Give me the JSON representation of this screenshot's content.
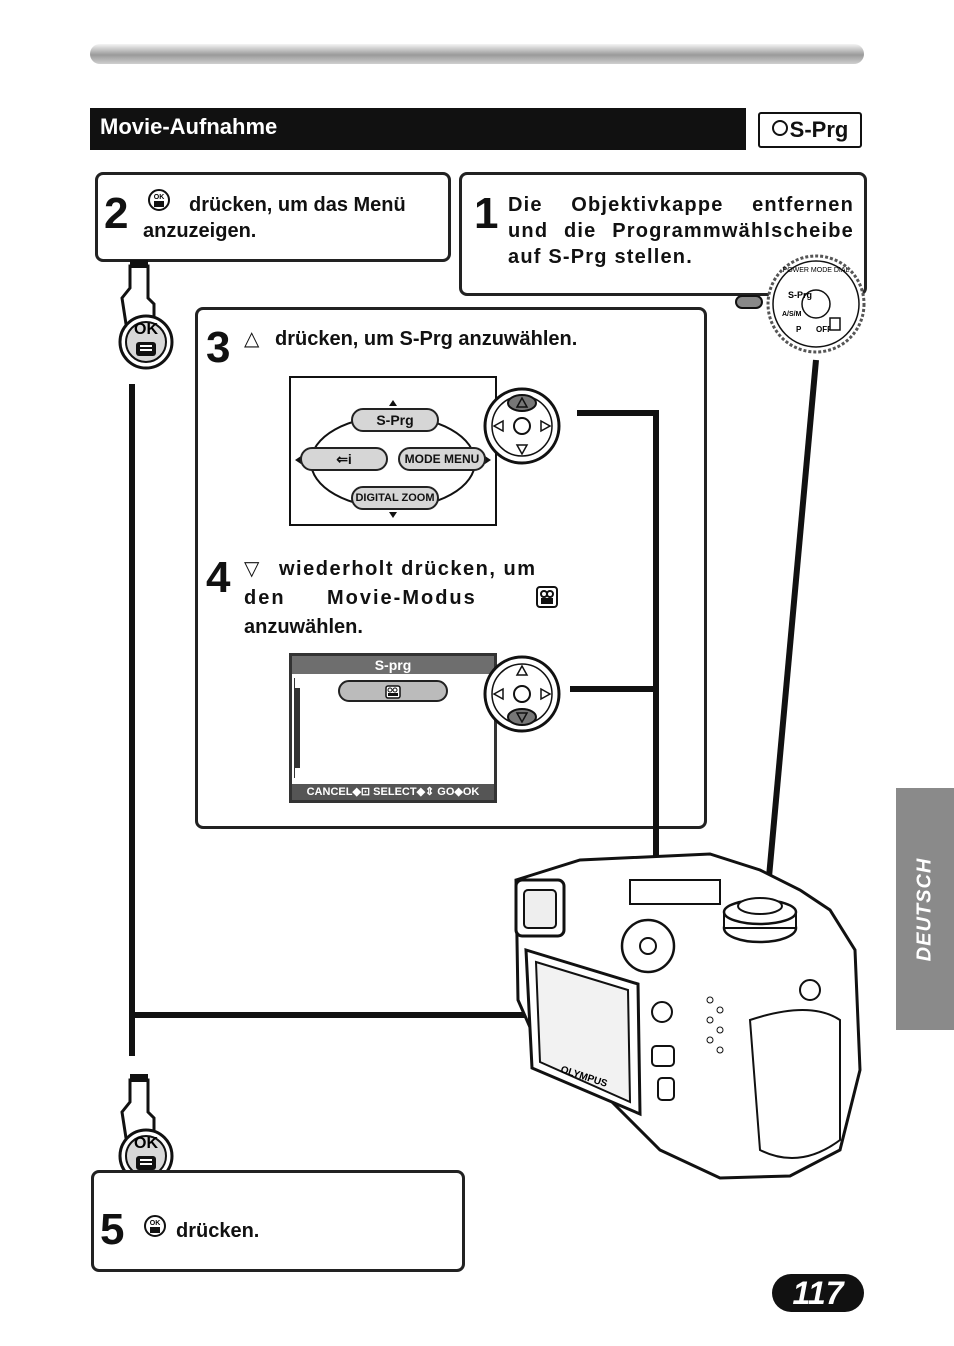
{
  "header": {
    "title": "Movie-Aufnahme",
    "mode": "S-Prg"
  },
  "steps": {
    "s1": {
      "number": "1",
      "text": "Die Objektivkappe entfernen und die Programmwählscheibe auf S-Prg stellen."
    },
    "s2": {
      "number": "2",
      "text": "drücken, um das Menü anzuzeigen."
    },
    "s3": {
      "number": "3",
      "symbol": "△",
      "text": "drücken, um S-Prg anzuwählen."
    },
    "s4": {
      "number": "4",
      "symbol": "▽",
      "text_line1": "wiederholt drücken, um",
      "text_line2a": "den",
      "text_line2b": "Movie-Modus",
      "text_line3": "anzuwählen."
    },
    "s5": {
      "number": "5",
      "text": "drücken."
    }
  },
  "ok_icon": {
    "label": "OK"
  },
  "screen1": {
    "top": "S-Prg",
    "left": "⇐i",
    "right": "MODE MENU",
    "bottom": "DIGITAL ZOOM"
  },
  "screen2": {
    "title": "S-prg",
    "footer": "CANCEL◆⊡ SELECT◆⇕ GO◆OK"
  },
  "dial": {
    "ring": "POWER MODE DIAL",
    "s_prg": "S-Prg",
    "asm": "A/S/M",
    "off": "OFF",
    "p": "P"
  },
  "camera": {
    "brand": "OLYMPUS"
  },
  "side_tab": "DEUTSCH",
  "page_number": "117",
  "icons": [
    "ok-menu-icon",
    "hand-press-icon",
    "arrow-pad-icon",
    "movie-icon",
    "mode-dial",
    "camera-illustration"
  ]
}
